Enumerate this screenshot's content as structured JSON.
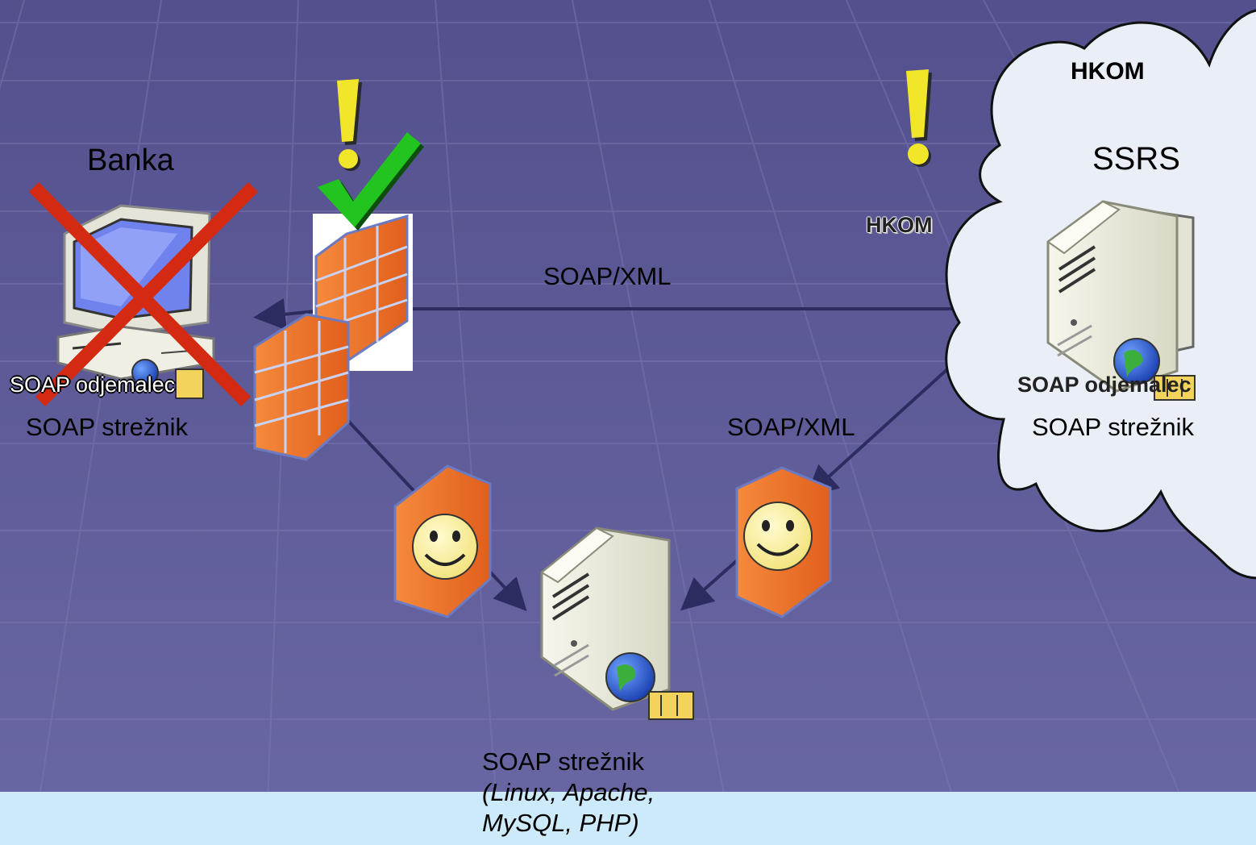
{
  "left_node": {
    "title": "Banka",
    "client_label": "SOAP odjemalec",
    "server_label": "SOAP strežnik"
  },
  "right_node": {
    "cloud_title": "HKOM",
    "title": "SSRS",
    "client_label": "SOAP odjemalec",
    "server_label": "SOAP strežnik"
  },
  "hkom_label": "HKOM",
  "connections": {
    "top_label": "SOAP/XML",
    "right_label": "SOAP/XML"
  },
  "center_node": {
    "label": "SOAP strežnik",
    "detail_line1": "(Linux, Apache,",
    "detail_line2": "MySQL, PHP)"
  },
  "colors": {
    "background": "#5c5a95",
    "cloud": "#e9eef7",
    "firewall": "#f07a2e",
    "exclamation": "#f2e62a",
    "check": "#22c41f",
    "cross": "#d42a12",
    "arrow": "#2c2c60",
    "footer": "#cdeafb"
  },
  "icons": [
    "red-x-icon",
    "green-check-icon",
    "exclamation-icon",
    "firewall-icon",
    "smiley-firewall-icon",
    "server-icon",
    "desktop-computer-icon",
    "globe-icon"
  ]
}
